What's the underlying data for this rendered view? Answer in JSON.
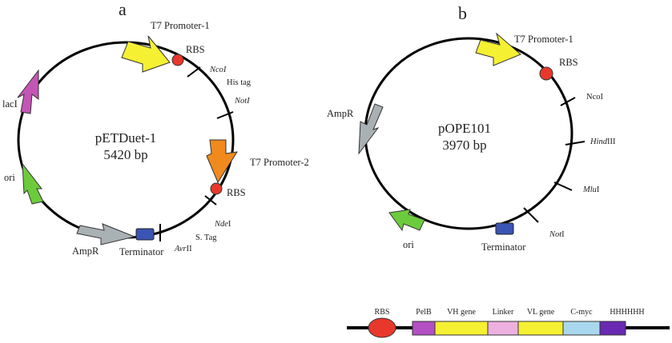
{
  "panels": {
    "a": {
      "letter": "a",
      "name": "pETDuet-1",
      "size": "5420 bp",
      "labels": {
        "t7p1": "T7 Promoter-1",
        "rbs1": "RBS",
        "ncoi": "NcoI",
        "histag": "His tag",
        "noti": "NotI",
        "t7p2": "T7 Promoter-2",
        "rbs2": "RBS",
        "ndei_italic": "Nde",
        "ndei_roman": "I",
        "stag": "S. Tag",
        "avrii_italic": "Avr",
        "avrii_roman": "II",
        "terminator": "Terminator",
        "ampr": "AmpR",
        "ori": "ori",
        "laci": "lacI"
      }
    },
    "b": {
      "letter": "b",
      "name": "pOPE101",
      "size": "3970 bp",
      "labels": {
        "t7p1": "T7 Promoter-1",
        "rbs": "RBS",
        "ncoi": "NcoI",
        "hindiii_italic": "Hind",
        "hindiii_roman": "III",
        "mlui_italic": "Mlu",
        "mlui_roman": "I",
        "noti_italic": "Not",
        "noti_roman": "I",
        "terminator": "Terminator",
        "ampr": "AmpR",
        "ori": "ori"
      }
    }
  },
  "construct": {
    "rbs": "RBS",
    "pelb": "PelB",
    "vh": "VH gene",
    "linker": "Linker",
    "vl": "VL gene",
    "cmyc": "C-myc",
    "his": "HHHHHH"
  },
  "colors": {
    "promoter": "#f5f032",
    "promoter2": "#f08a1e",
    "rbs": "#e8382b",
    "terminator": "#3a55b4",
    "ampr": "#a9b1b5",
    "ori": "#6ccb3c",
    "laci": "#c455b5",
    "pelb": "#b44fc4",
    "linker": "#eeb0e0",
    "cmyc": "#a9d8ee",
    "his": "#6a29b2"
  }
}
